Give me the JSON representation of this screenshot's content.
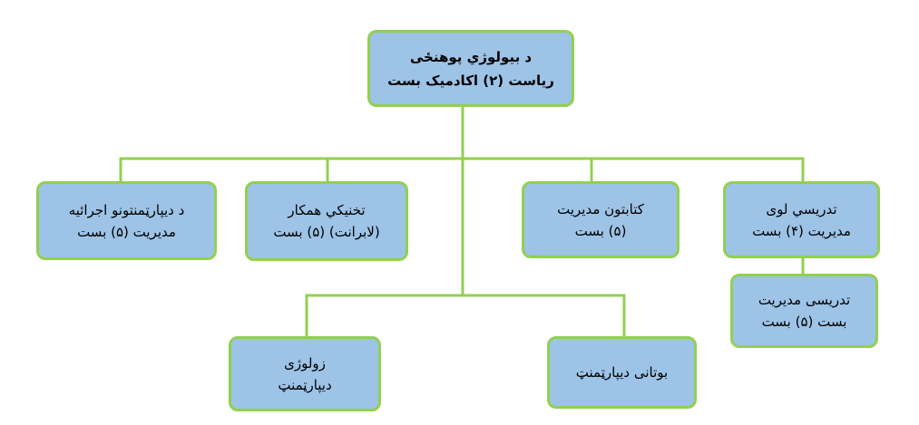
{
  "colors": {
    "node_fill": "#9dc3e6",
    "node_border": "#92d050",
    "connector": "#92d050"
  },
  "nodes": {
    "root": {
      "line1": "د بیولوژي پوهنځی",
      "line2": "ریاست (۲) اکادمیک بست"
    },
    "exec": {
      "line1": "د دیپارټمنتونو اجرائیه",
      "line2": "مدیریت (۵) بست"
    },
    "tech": {
      "line1": "تخنیکي همکار",
      "line2": "(لابرانت) (۵) بست"
    },
    "library": {
      "line1": "کتابتون مدیریت",
      "line2": "(۵) بست"
    },
    "teaching": {
      "line1": "تدریسي لوی",
      "line2": "مدیریت (۴) بست"
    },
    "teachdir": {
      "line1": "تدریسی مدیریت",
      "line2": "بست (۵) بست"
    },
    "zoology": {
      "line1": "زولوژی",
      "line2": "دیپارټمنټ"
    },
    "botany": {
      "line1": "بوتانی دیپارټمنټ",
      "line2": ""
    }
  }
}
